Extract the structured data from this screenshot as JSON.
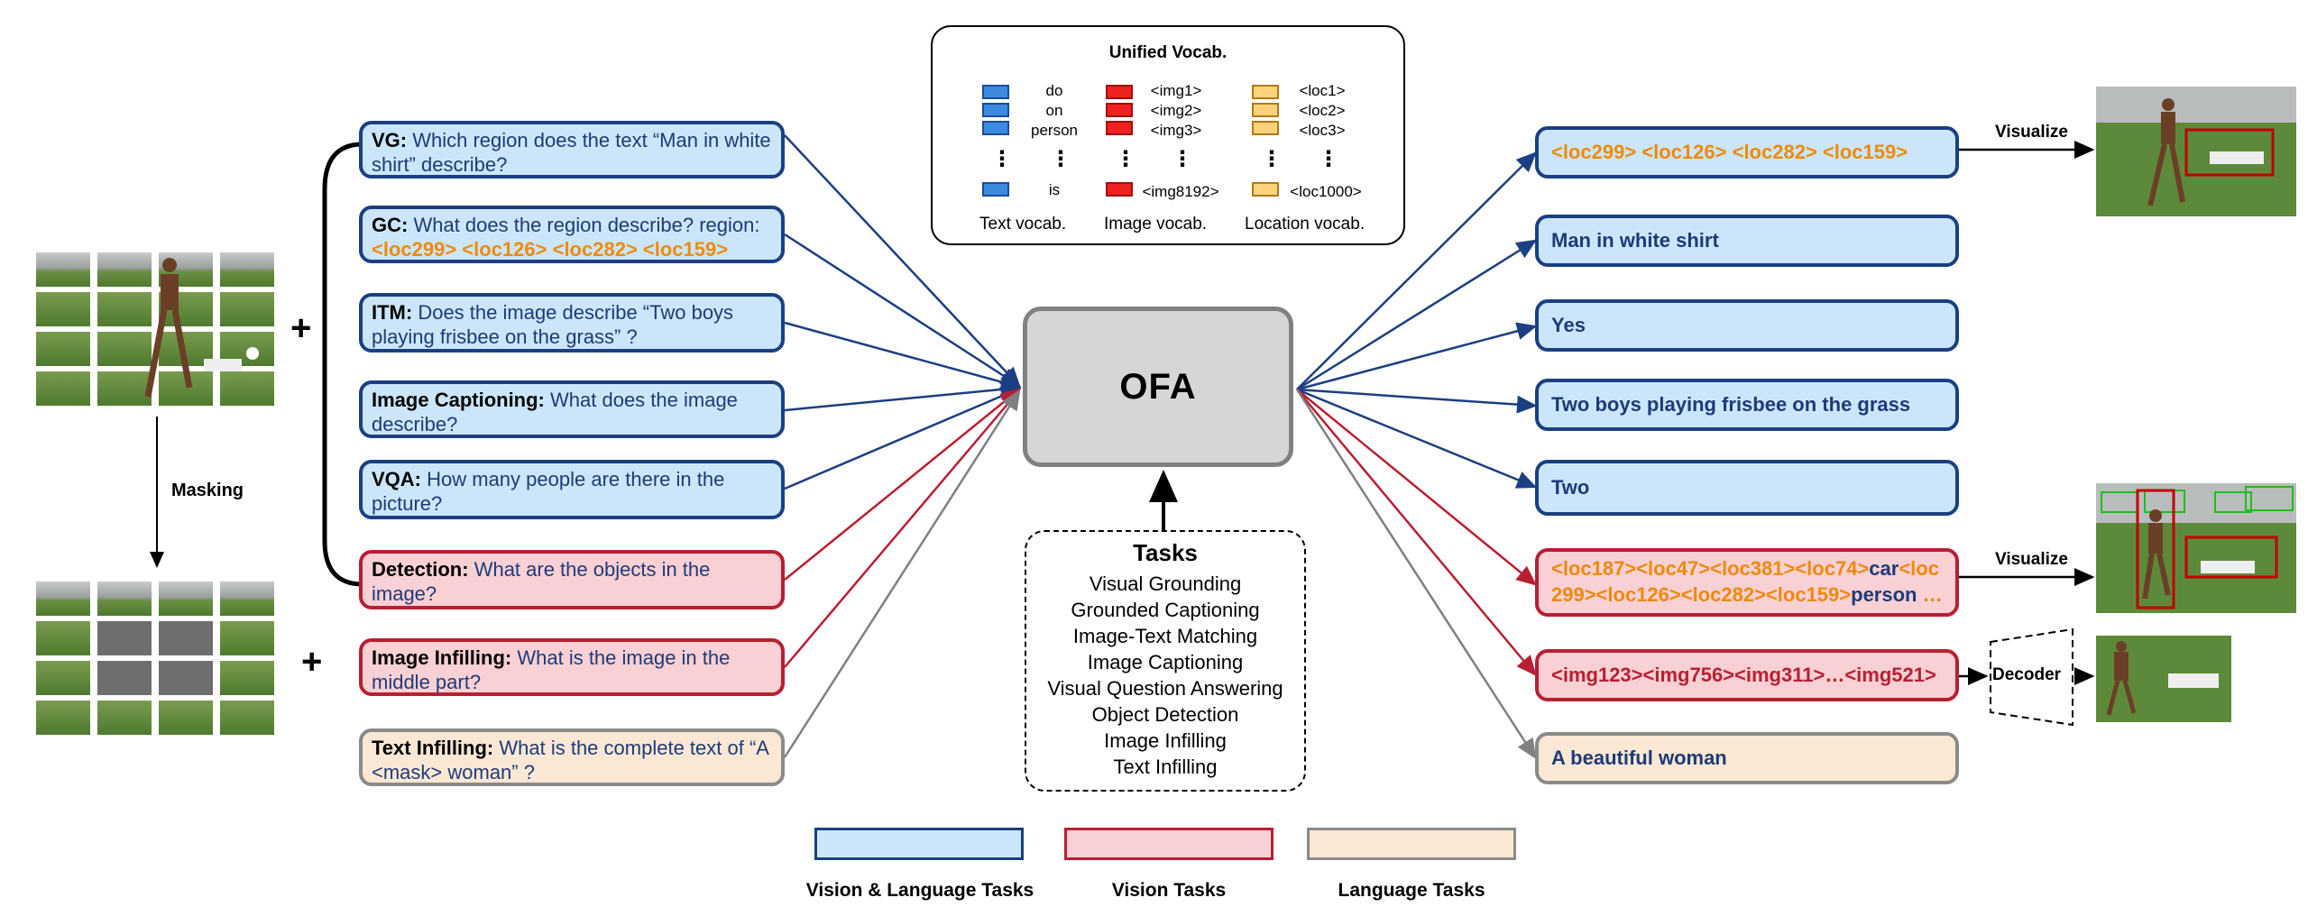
{
  "left_inputs": [
    {
      "kind": "vl",
      "task": "VG:",
      "text": "Which region does the text “Man in white shirt” describe?",
      "loc": ""
    },
    {
      "kind": "vl",
      "task": "GC:",
      "text": "What does the region describe? region:",
      "loc": "<loc299> <loc126> <loc282> <loc159>"
    },
    {
      "kind": "vl",
      "task": "ITM:",
      "text": "Does the image describe “Two boys playing frisbee on the grass” ?",
      "loc": ""
    },
    {
      "kind": "vl",
      "task": "Image Captioning:",
      "text": "What does the image describe?",
      "loc": ""
    },
    {
      "kind": "vl",
      "task": "VQA:",
      "text": "How many people are there in the picture?",
      "loc": ""
    },
    {
      "kind": "vision",
      "task": "Detection:",
      "text": "What are the objects in the image?",
      "loc": ""
    },
    {
      "kind": "vision",
      "task": "Image Infilling:",
      "text": "What is the image in the middle part?",
      "loc": ""
    },
    {
      "kind": "lang",
      "task": "Text Infilling:",
      "text": "What is the complete text of “A <mask> woman” ?",
      "loc": ""
    }
  ],
  "outputs": {
    "vg": "<loc299> <loc126> <loc282> <loc159>",
    "gc": "Man in white shirt",
    "itm": "Yes",
    "caption": "Two boys playing frisbee on the grass",
    "vqa": "Two",
    "detection": {
      "line1_loc_a": "<loc187><loc47><loc381><loc74>",
      "line1_word": "car",
      "line1_loc_b": "<loc",
      "line2_loc": "299><loc126><loc282><loc159>",
      "line2_word": "person ",
      "line2_tail": "…"
    },
    "image_infilling": "<img123><img756><img311>…<img521>",
    "text_infilling": "A beautiful woman"
  },
  "model": "OFA",
  "tasks": {
    "title": "Tasks",
    "items": [
      "Visual Grounding",
      "Grounded Captioning",
      "Image-Text Matching",
      "Image Captioning",
      "Visual Question Answering",
      "Object Detection",
      "Image Infilling",
      "Text Infilling"
    ]
  },
  "vocab": {
    "title": "Unified Vocab.",
    "text": {
      "tokens": [
        "do",
        "on",
        "person"
      ],
      "last": "is",
      "label": "Text vocab."
    },
    "image": {
      "tokens": [
        "<img1>",
        "<img2>",
        "<img3>"
      ],
      "last": "<img8192>",
      "label": "Image vocab."
    },
    "location": {
      "tokens": [
        "<loc1>",
        "<loc2>",
        "<loc3>"
      ],
      "last": "<loc1000>",
      "label": "Location vocab."
    }
  },
  "labels": {
    "masking": "Masking",
    "plus": "+",
    "visualize": "Visualize",
    "decoder": "Decoder"
  },
  "legend": [
    {
      "label": "Vision & Language Tasks",
      "color": "#cbe6fa",
      "border": "#1b3f82"
    },
    {
      "label": "Vision Tasks",
      "color": "#f9d0d4",
      "border": "#b81f33"
    },
    {
      "label": "Language Tasks",
      "color": "#fbe8d4",
      "border": "#8a8a8a"
    }
  ],
  "colors": {
    "vl_arrow": "#1b3f82",
    "vision_arrow": "#b81f33",
    "lang_arrow": "#808080",
    "location_token": "#ee8a0a"
  }
}
